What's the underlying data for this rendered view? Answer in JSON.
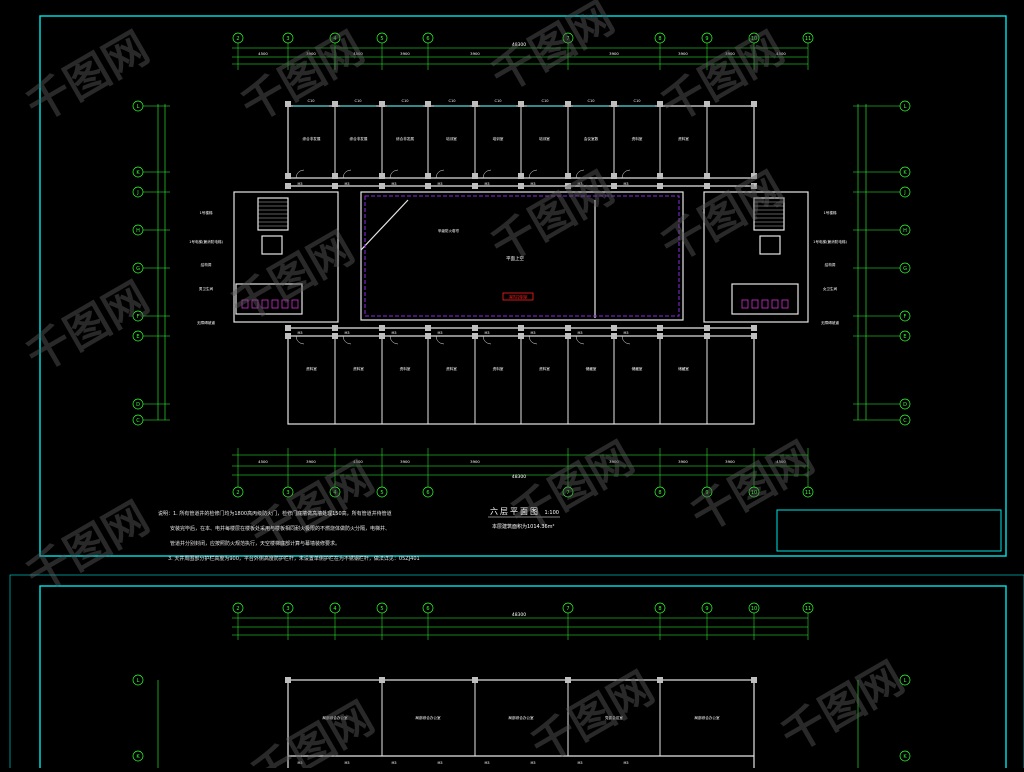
{
  "colors": {
    "background": "#000000",
    "frame": "#00e5e5",
    "axis": "#33ff33",
    "walls": "#e6e6e6",
    "room_text": "#ffffff",
    "corridor_line": "#8a2be2",
    "alert": "#ff2020",
    "watermark": "#5a5a5a"
  },
  "sheet1": {
    "top_axes": [
      "2",
      "3",
      "4",
      "5",
      "6",
      "7",
      "8",
      "9",
      "10",
      "11"
    ],
    "overall_dim": "48300",
    "top_row1": [
      "4500",
      "3900",
      "4500",
      "3900",
      "3900",
      "3900",
      "3900",
      "3900",
      "4500"
    ],
    "side_axes": [
      "L",
      "K",
      "J",
      "H",
      "G",
      "F",
      "E",
      "D",
      "C"
    ],
    "rooms_top": [
      "综合非发展",
      "综合非发展",
      "综合非发展",
      "培训室",
      "培训室",
      "培训室",
      "会议室数",
      "资料室",
      "资料室"
    ],
    "rooms_bottom": [
      "资料室",
      "资料室",
      "资料室",
      "资料室",
      "资料室",
      "资料室",
      "储藏室",
      "储藏室",
      "储藏室"
    ],
    "window_labels": [
      "C10",
      "C10",
      "C10",
      "C10",
      "C10",
      "C10",
      "C10",
      "C10"
    ],
    "door_labels": [
      "M3",
      "M3",
      "M3",
      "M3",
      "M3",
      "M3",
      "M3",
      "M3"
    ],
    "center_room": "平面上空",
    "left_labels": [
      "1号楼梯",
      "1号电梯(兼消防电梯)",
      "结构洞",
      "男卫生间",
      "无障碍坡道"
    ],
    "right_labels": [
      "1号楼梯",
      "1号电梯(兼消防电梯)",
      "结构洞",
      "女卫生间",
      "无障碍坡道"
    ],
    "alert_label": "消防控制室",
    "fire_door_label": "甲级防火卷帘",
    "notes": [
      "说明：1. 所有管道井的检修门均为1800高丙级防火门，检修门底墙做高墙处理150高，所有管道井待管道",
      "安装完毕后，在本、电井每楼层在楼板处采用与楼板相同耐火极限的不燃烧体做防火分隔，电梯井、",
      "管道井分别封闭，应按照防火规范执行，天空楼梯底部计算与幕墙装修要求。",
      "3. 天井周围部分护栏高度为900，平台外侧高度防护栏杆，未设置单侧护栏在为不锈钢栏杆，做法详见：05ZJ401"
    ],
    "title": "六层平面图",
    "scale": "1:100",
    "subtitle": "本层建筑面积为1014.36m²"
  },
  "sheet2": {
    "top_axes": [
      "2",
      "3",
      "4",
      "5",
      "6",
      "7",
      "8",
      "9",
      "10",
      "11"
    ],
    "overall_dim": "48300",
    "side_axes": [
      "L",
      "K"
    ],
    "rooms": [
      "局部综合办公室",
      "局部综合办公室",
      "局部综合办公室",
      "党委会议室",
      "局部综合办公室"
    ],
    "door_labels": [
      "M3",
      "M3",
      "M3",
      "M3",
      "M3",
      "M3",
      "M3",
      "M3"
    ]
  },
  "watermark": "千图网"
}
